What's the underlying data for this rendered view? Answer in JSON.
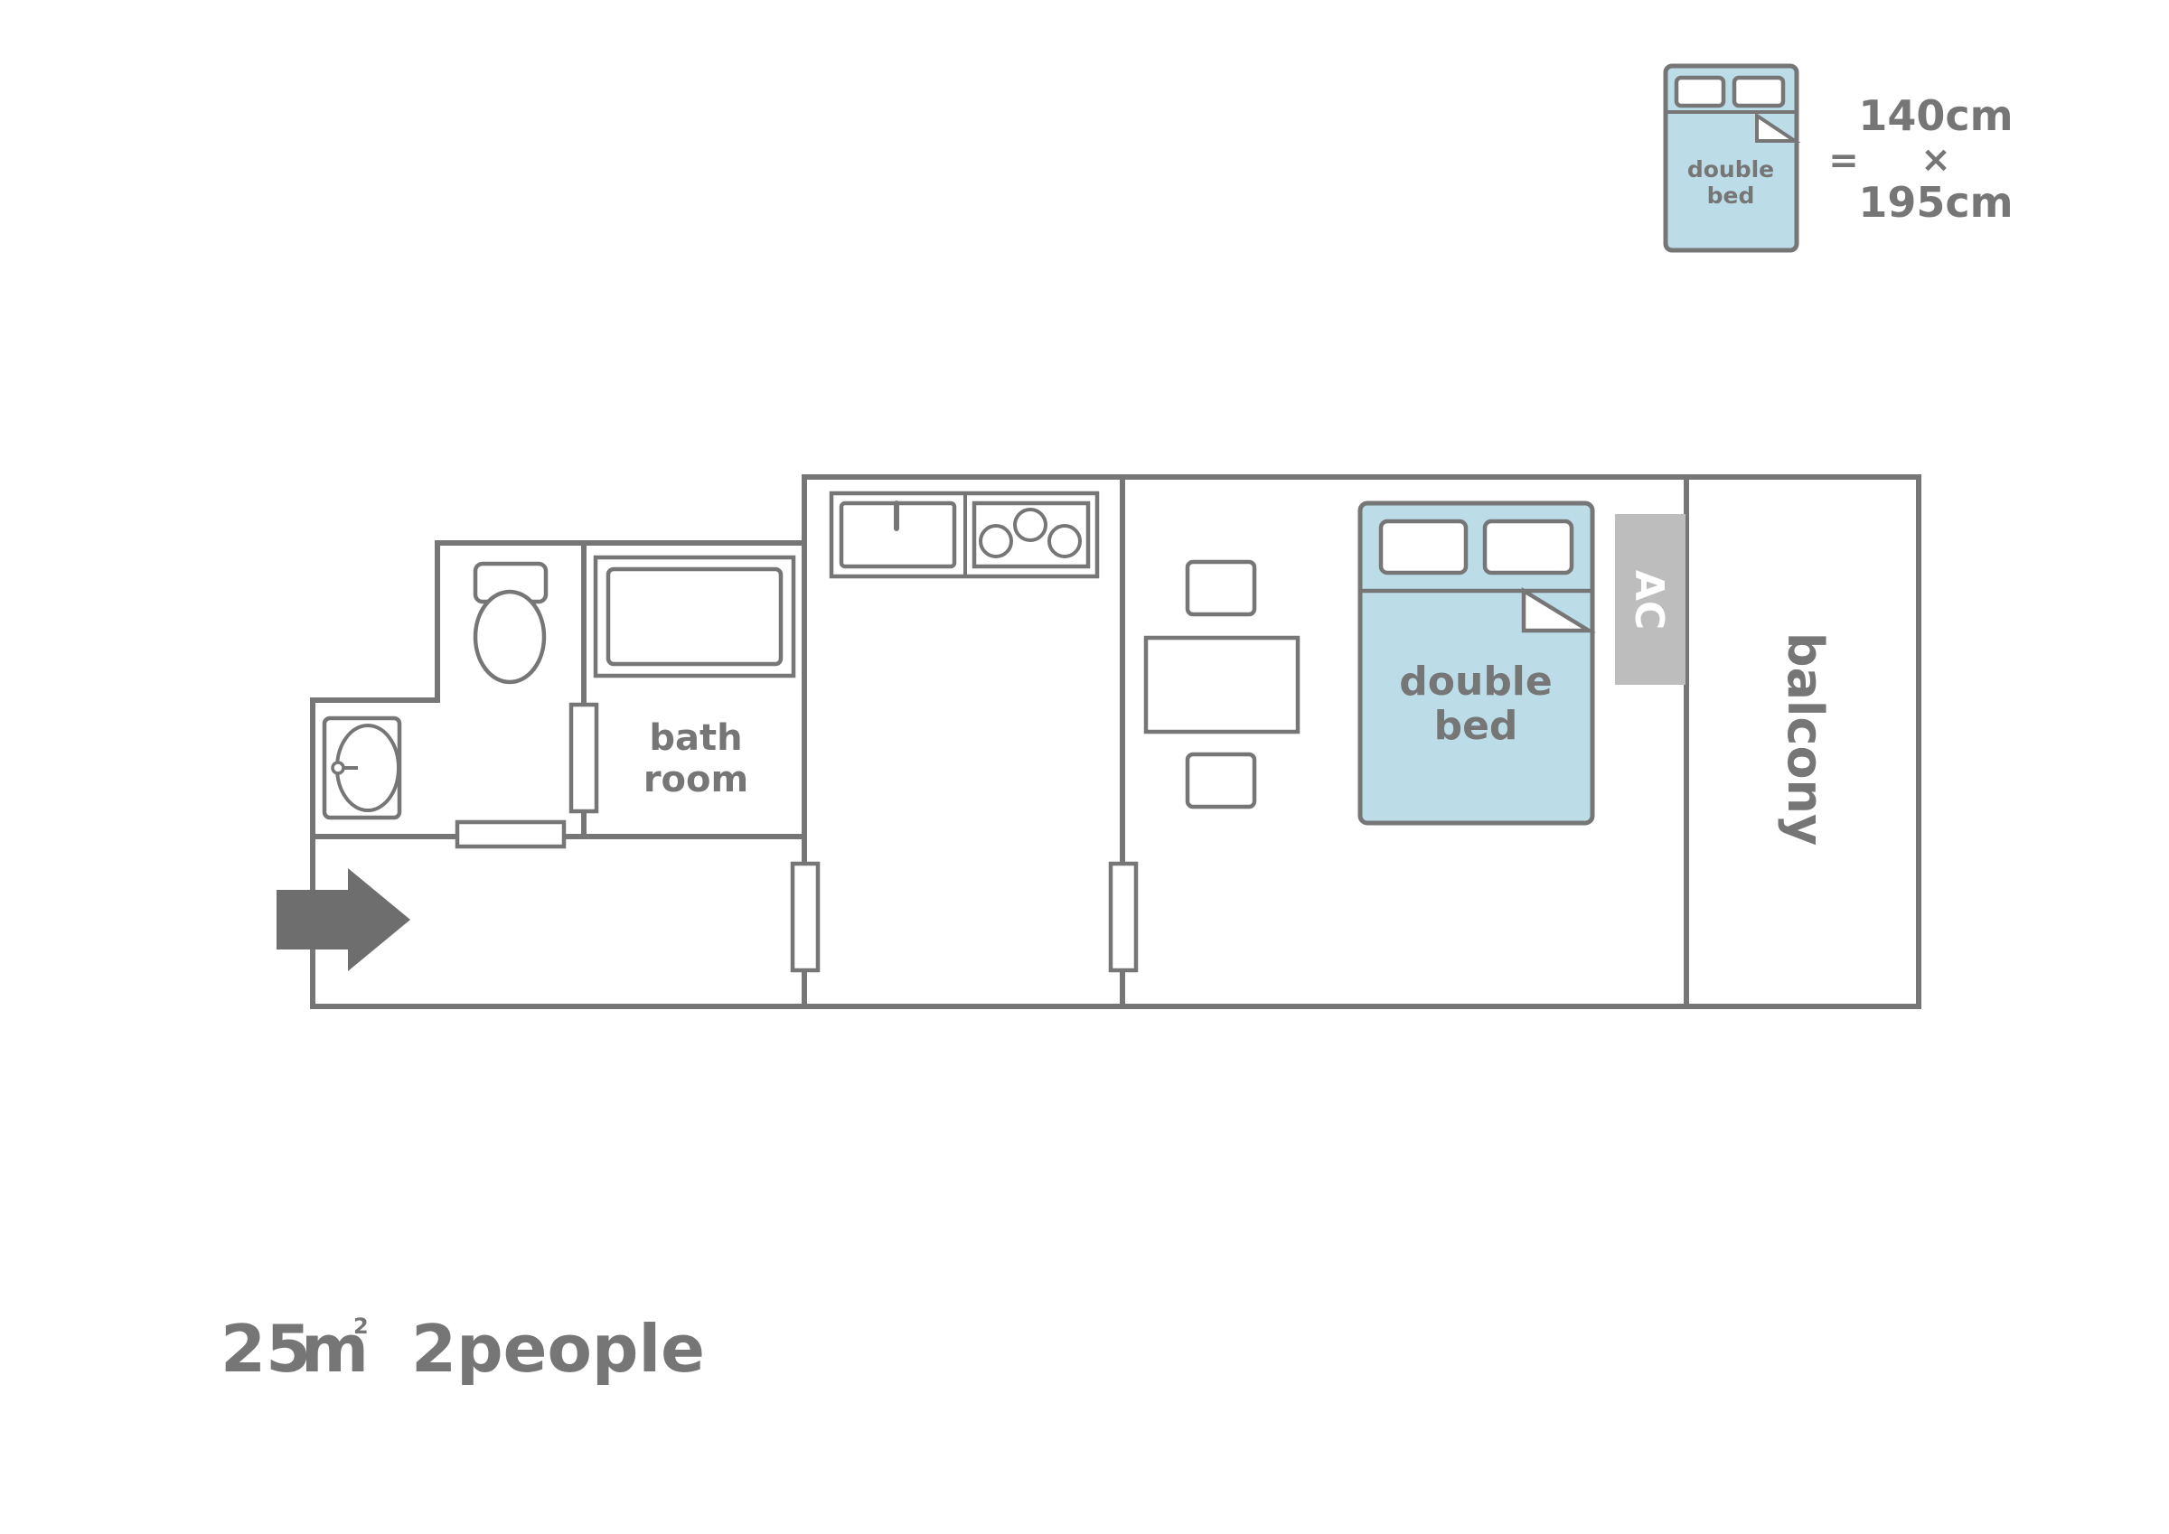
{
  "legend": {
    "bed_label_line1": "double",
    "bed_label_line2": "bed",
    "equals": "=",
    "width": "140cm",
    "times": "×",
    "length": "195cm"
  },
  "rooms": {
    "bath_line1": "bath",
    "bath_line2": "room",
    "bed_line1": "double",
    "bed_line2": "bed",
    "ac": "AC",
    "balcony": "balcony"
  },
  "footer": {
    "area_number": "25",
    "area_unit": "m",
    "area_superscript": "2",
    "capacity": "2people"
  },
  "colors": {
    "line": "#767676",
    "bed_fill": "#bcdde8",
    "ac_fill": "#bdbdbd",
    "arrow": "#6e6e6e"
  },
  "icons": [
    "entrance-arrow-icon",
    "toilet-icon",
    "sink-icon",
    "bathtub-icon",
    "stove-icon",
    "bed-icon",
    "chair-icon",
    "table-icon"
  ]
}
